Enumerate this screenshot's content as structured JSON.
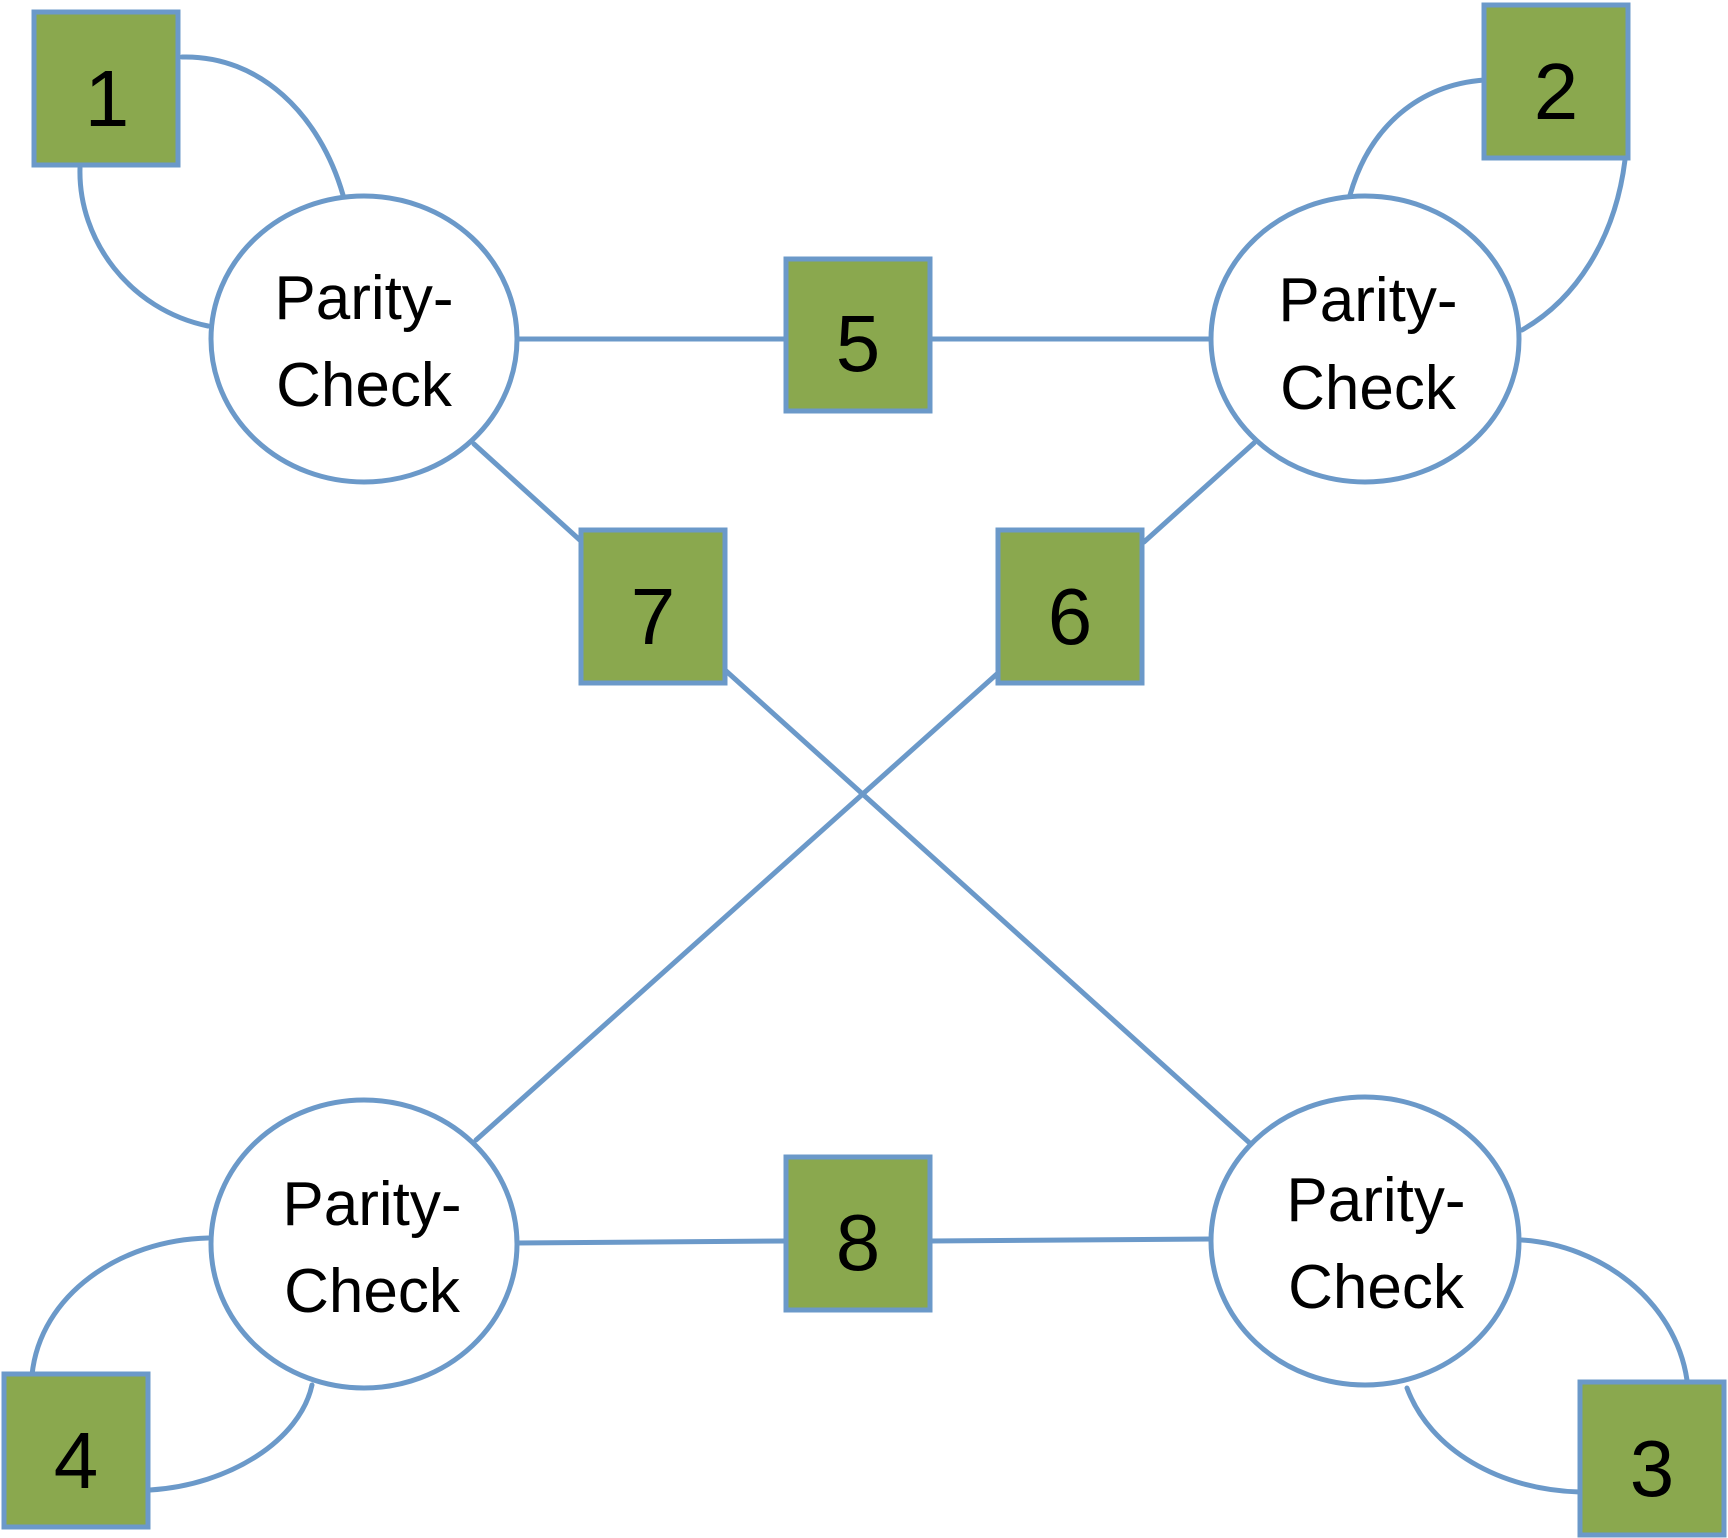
{
  "diagram": {
    "check_nodes": [
      {
        "id": "c1",
        "line1": "Parity-",
        "line2": "Check"
      },
      {
        "id": "c2",
        "line1": "Parity-",
        "line2": "Check"
      },
      {
        "id": "c3",
        "line1": "Parity-",
        "line2": "Check"
      },
      {
        "id": "c4",
        "line1": "Parity-",
        "line2": "Check"
      }
    ],
    "variable_nodes": [
      {
        "id": "v1",
        "label": "1"
      },
      {
        "id": "v2",
        "label": "2"
      },
      {
        "id": "v3",
        "label": "3"
      },
      {
        "id": "v4",
        "label": "4"
      },
      {
        "id": "v5",
        "label": "5"
      },
      {
        "id": "v6",
        "label": "6"
      },
      {
        "id": "v7",
        "label": "7"
      },
      {
        "id": "v8",
        "label": "8"
      }
    ],
    "edges": [
      {
        "from": "v1",
        "to": "c1",
        "count": 2
      },
      {
        "from": "v2",
        "to": "c2",
        "count": 2
      },
      {
        "from": "v3",
        "to": "c4",
        "count": 2
      },
      {
        "from": "v4",
        "to": "c3",
        "count": 2
      },
      {
        "from": "v5",
        "to": "c1"
      },
      {
        "from": "v5",
        "to": "c2"
      },
      {
        "from": "v7",
        "to": "c1"
      },
      {
        "from": "v7",
        "to": "c4"
      },
      {
        "from": "v6",
        "to": "c2"
      },
      {
        "from": "v6",
        "to": "c3"
      },
      {
        "from": "v8",
        "to": "c3"
      },
      {
        "from": "v8",
        "to": "c4"
      }
    ],
    "colors": {
      "edge": "#6b99c9",
      "variable_fill": "#8aa84e",
      "check_fill": "#ffffff",
      "text": "#000000"
    }
  }
}
